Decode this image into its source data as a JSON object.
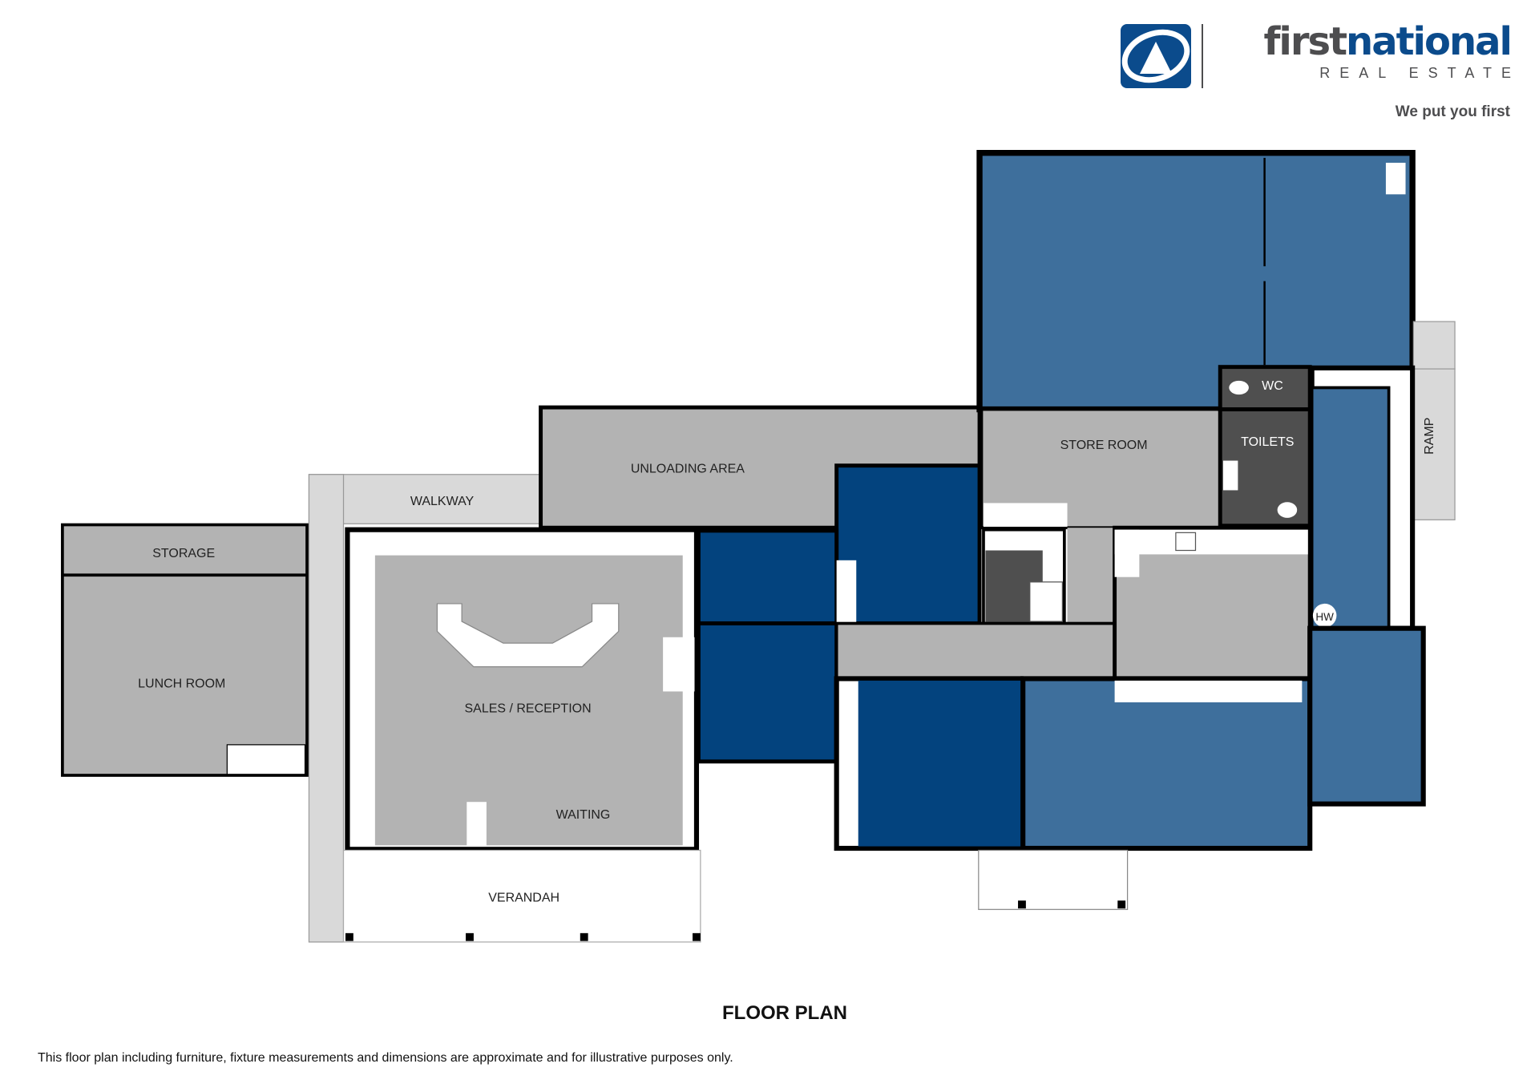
{
  "brand": {
    "name_part1": "first",
    "name_part2": "national",
    "subtitle": "REAL ESTATE",
    "tagline": "We put you first"
  },
  "rooms": {
    "storage": "STORAGE",
    "lunch_room": "LUNCH ROOM",
    "walkway": "WALKWAY",
    "unloading_area": "UNLOADING AREA",
    "sales_reception": "SALES / RECEPTION",
    "waiting": "WAITING",
    "verandah": "VERANDAH",
    "store_room": "STORE ROOM",
    "wc": "WC",
    "toilets": "TOILETS",
    "ramp": "RAMP",
    "hot_water": "HW"
  },
  "title": "FLOOR PLAN",
  "disclaimer": "This floor plan including furniture, fixture measurements and dimensions are approximate and for illustrative purposes only.",
  "colors": {
    "mid_blue": "#3e6f9c",
    "dark_blue": "#03437e",
    "gray": "#b3b3b3",
    "dark_gray": "#4f4f4f",
    "light_gray": "#d9d9d9",
    "wall": "#000000"
  }
}
